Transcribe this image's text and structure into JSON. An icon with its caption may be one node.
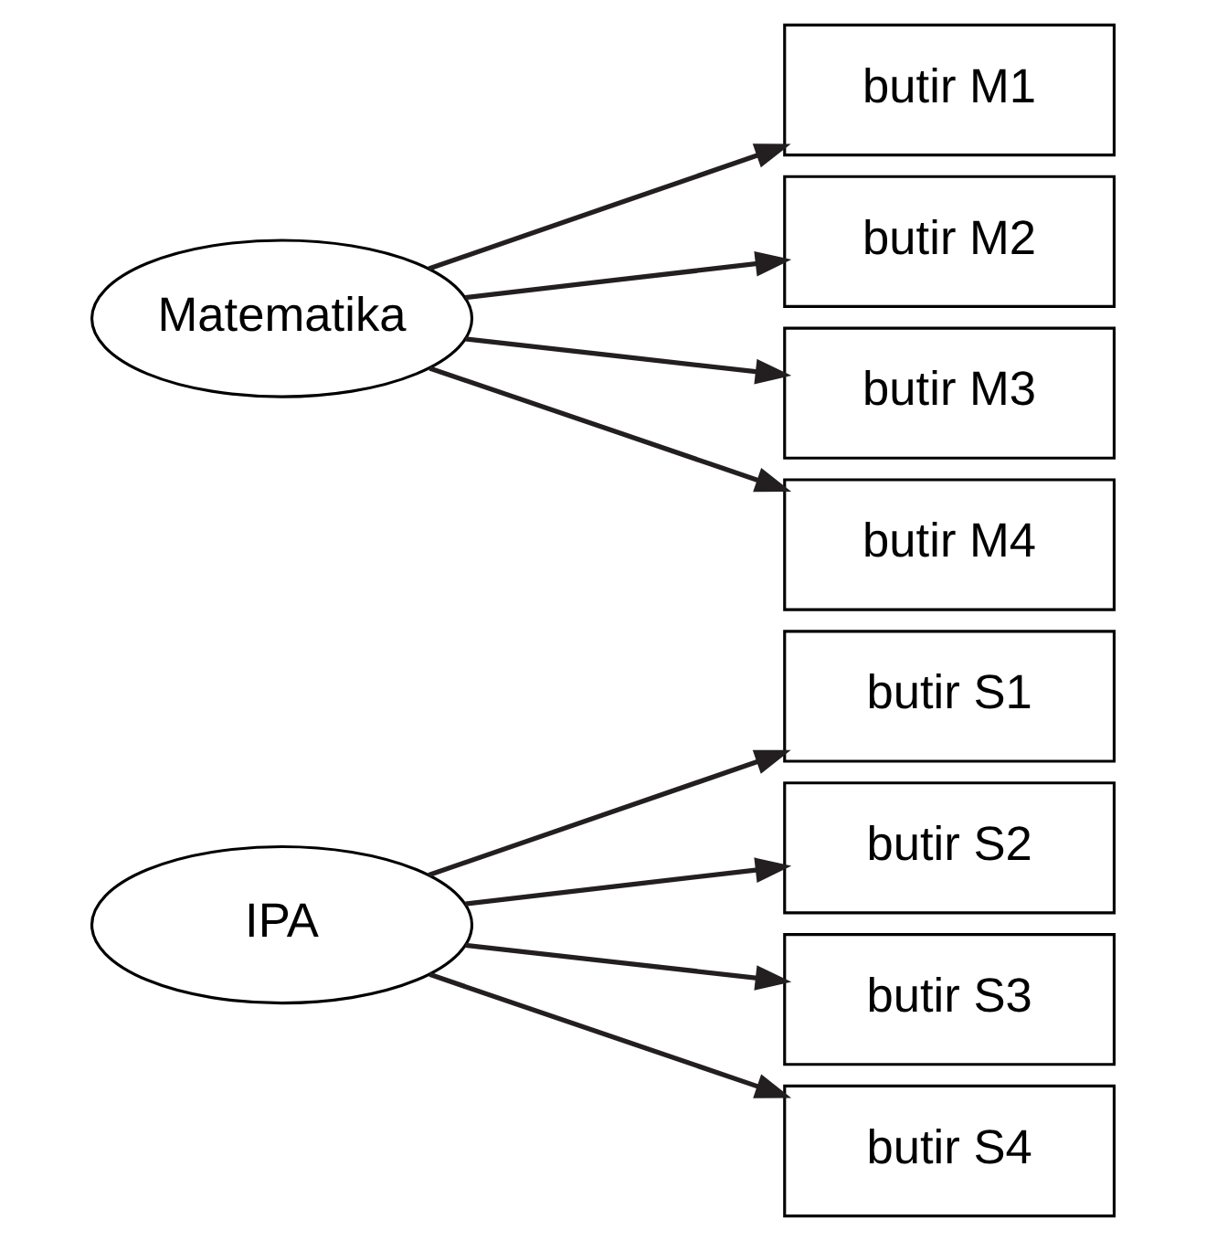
{
  "diagram": {
    "nodes": [
      {
        "text": [
          "IPA"
        ]
      },
      {
        "text": [
          "butir S1"
        ]
      },
      {
        "text": [
          "butir S2"
        ]
      },
      {
        "text": [
          "butir S3"
        ]
      },
      {
        "text": [
          "butir S4"
        ]
      },
      {
        "text": [
          "Matematika"
        ]
      },
      {
        "text": [
          "butir M1"
        ]
      },
      {
        "text": [
          "butir M2"
        ]
      },
      {
        "text": [
          "butir M3"
        ]
      },
      {
        "text": [
          "butir M4"
        ]
      }
    ],
    "edges": [
      {
        "from": 0,
        "to": 1,
        "arrow": "to"
      },
      {
        "from": 0,
        "to": 2,
        "arrow": "to"
      },
      {
        "from": 0,
        "to": 3,
        "arrow": "to"
      },
      {
        "from": 0,
        "to": 4,
        "arrow": "to"
      },
      {
        "from": 5,
        "to": 6,
        "arrow": "to"
      },
      {
        "from": 5,
        "to": 7,
        "arrow": "to"
      },
      {
        "from": 5,
        "to": 8,
        "arrow": "to"
      },
      {
        "from": 5,
        "to": 9,
        "arrow": "to"
      }
    ]
  }
}
